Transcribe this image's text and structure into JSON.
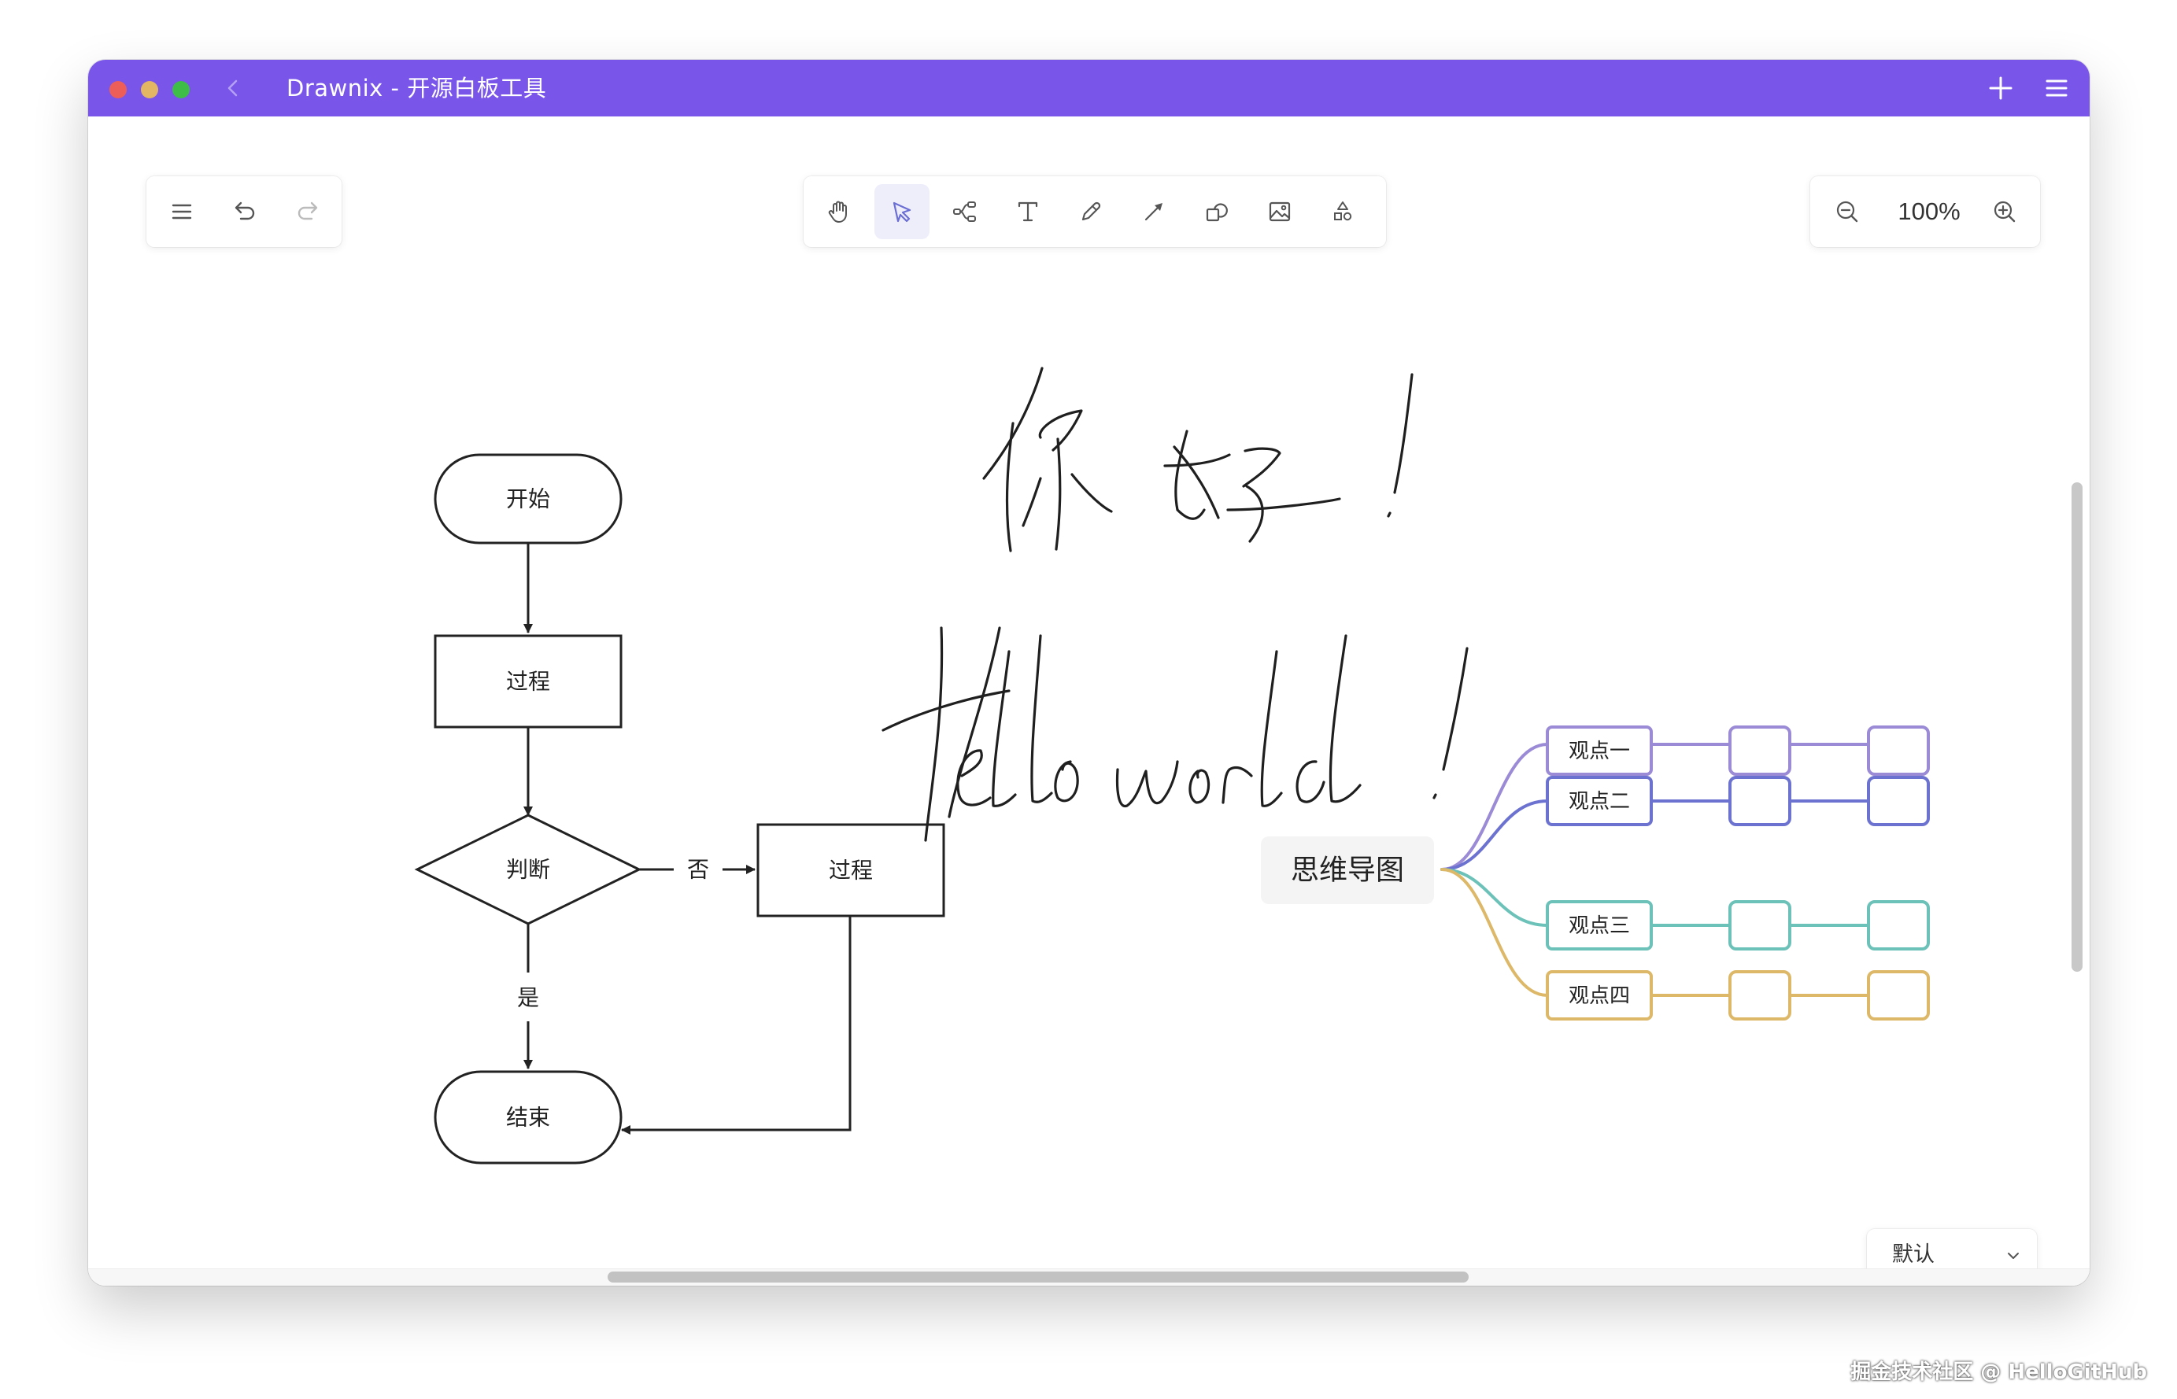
{
  "window": {
    "title": "Drawnix - 开源白板工具"
  },
  "toolbar_left": {
    "menu": "menu-icon",
    "undo": "undo-icon",
    "redo": "redo-icon"
  },
  "toolbar_main": {
    "tools": [
      {
        "name": "hand",
        "icon": "hand-icon"
      },
      {
        "name": "select",
        "icon": "pointer-icon",
        "active": true
      },
      {
        "name": "mind",
        "icon": "mindmap-icon"
      },
      {
        "name": "text",
        "icon": "text-icon"
      },
      {
        "name": "pen",
        "icon": "pen-icon"
      },
      {
        "name": "arrow",
        "icon": "arrow-icon"
      },
      {
        "name": "shape",
        "icon": "shape-icon"
      },
      {
        "name": "image",
        "icon": "image-icon"
      },
      {
        "name": "extra",
        "icon": "extra-shapes-icon"
      }
    ]
  },
  "zoom": {
    "value": "100%"
  },
  "theme": {
    "label": "默认"
  },
  "flowchart": {
    "start": "开始",
    "process1": "过程",
    "decision": "判断",
    "no_label": "否",
    "process2": "过程",
    "yes_label": "是",
    "end": "结束"
  },
  "handwriting": {
    "line1": "你好！",
    "line2": "Hello world !"
  },
  "mindmap": {
    "root": "思维导图",
    "branches": [
      {
        "label": "观点一",
        "color": "#9b8bd6"
      },
      {
        "label": "观点二",
        "color": "#6c72cf"
      },
      {
        "label": "观点三",
        "color": "#6cc1b9"
      },
      {
        "label": "观点四",
        "color": "#dcb868"
      }
    ]
  },
  "watermark": "掘金技术社区 @ HelloGitHub"
}
